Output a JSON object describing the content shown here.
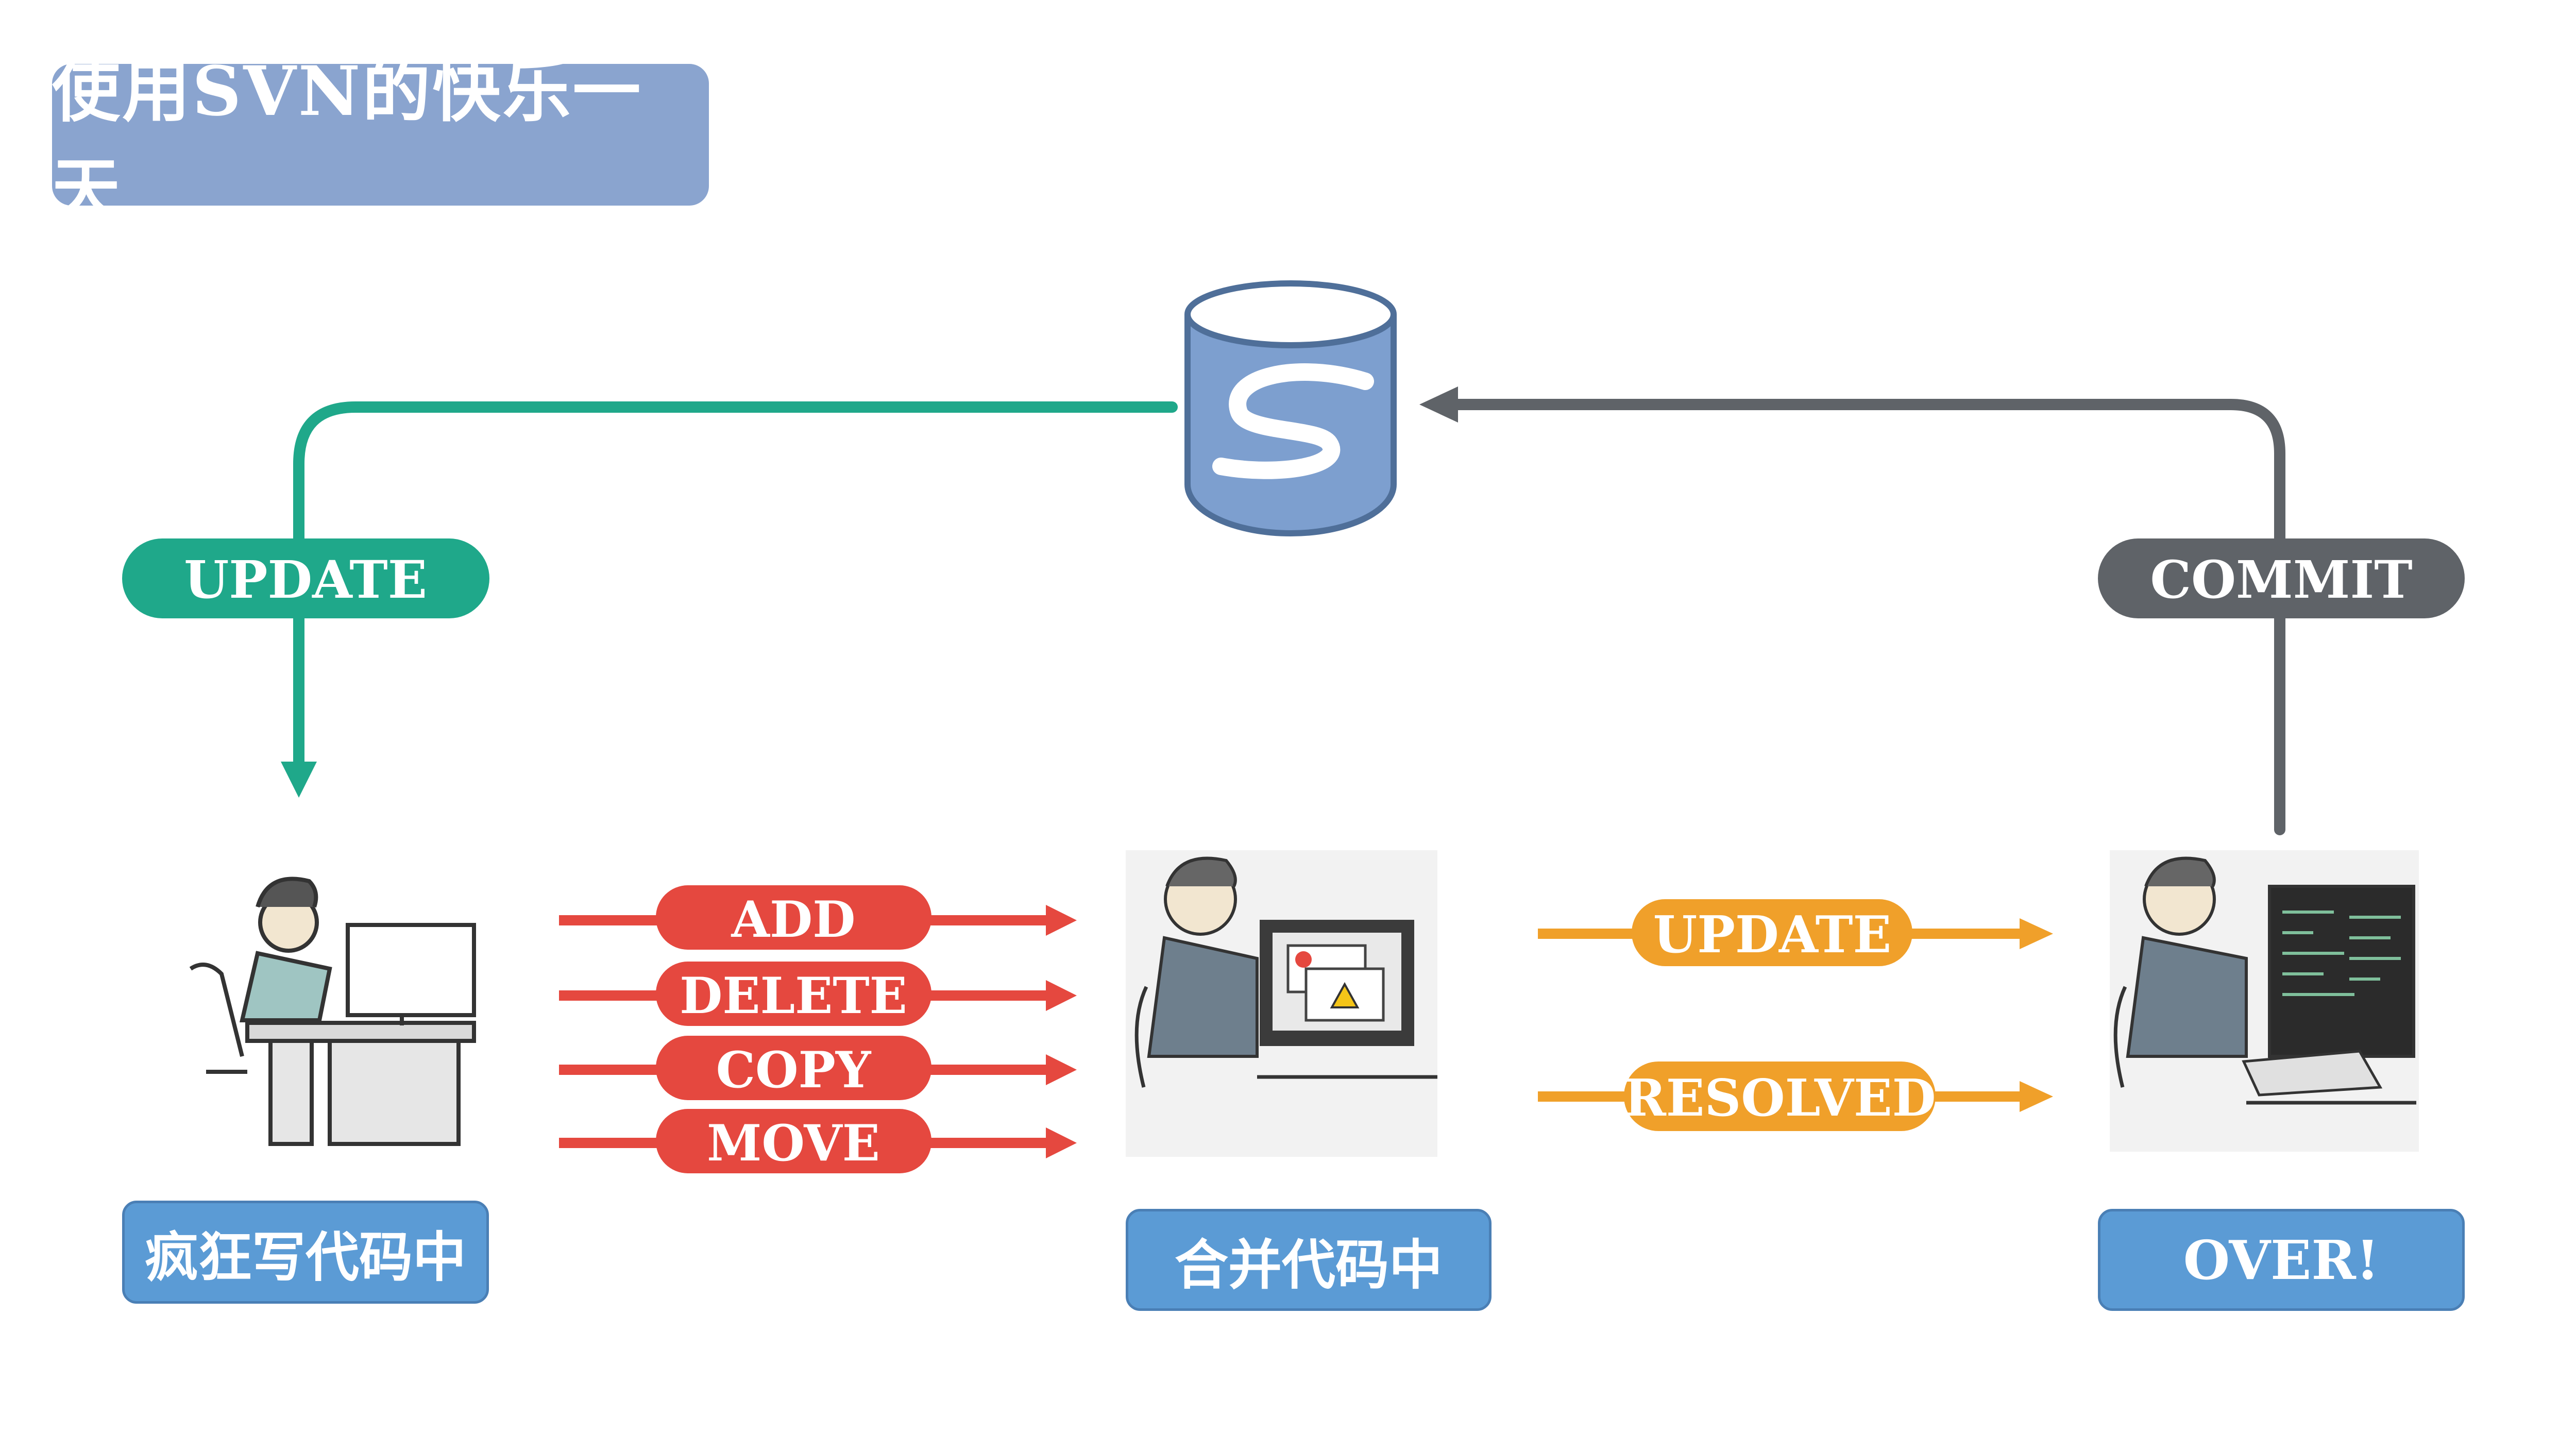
{
  "title": "使用SVN的快乐一天",
  "repository": {
    "icon": "svn-database-icon"
  },
  "flows": {
    "update_top": "UPDATE",
    "commit": "COMMIT",
    "edit_ops": [
      "ADD",
      "DELETE",
      "COPY",
      "MOVE"
    ],
    "merge_ops": [
      "UPDATE",
      "RESOLVED"
    ]
  },
  "stages": {
    "coding": "疯狂写代码中",
    "merging": "合并代码中",
    "done": "OVER!"
  },
  "colors": {
    "title_bg": "#8aa4cf",
    "update_green": "#1fa88a",
    "commit_gray": "#5f6368",
    "edit_red": "#e5483f",
    "merge_orange": "#f0a02a",
    "stage_blue": "#5b9bd5",
    "db_blue": "#7d9fcf"
  }
}
